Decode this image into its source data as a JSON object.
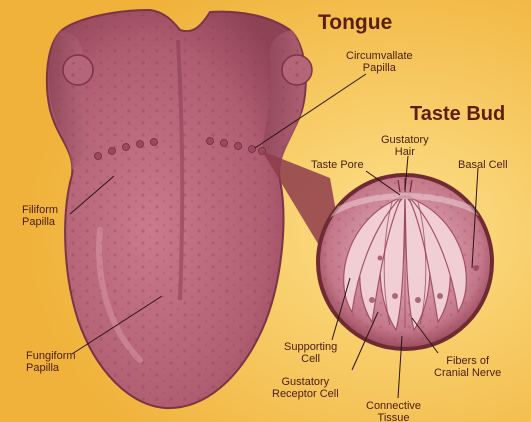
{
  "diagram": {
    "title_tongue": "Tongue",
    "title_taste_bud": "Taste Bud",
    "labels": {
      "circumvallate": [
        "Circumvallate",
        "Papilla"
      ],
      "gustatory_hair": [
        "Gustatory",
        "Hair"
      ],
      "taste_pore": [
        "Taste Pore"
      ],
      "basal_cell": [
        "Basal Cell"
      ],
      "filiform": [
        "Filiform",
        "Papilla"
      ],
      "fungiform": [
        "Fungiform",
        "Papilla"
      ],
      "supporting_cell": [
        "Supporting",
        "Cell"
      ],
      "gustatory_receptor": [
        "Gustatory",
        "Receptor Cell"
      ],
      "fibers": [
        "Fibers of",
        "Cranial Nerve"
      ],
      "connective": [
        "Connective",
        "Tissue"
      ]
    },
    "colors": {
      "background": "#f7c64c",
      "tongue": "#b86477",
      "tongue_dark": "#7e3a49",
      "bud_outline": "#6e2b33",
      "label_text": "#4a1d12",
      "leader_line": "#2a1410"
    }
  }
}
